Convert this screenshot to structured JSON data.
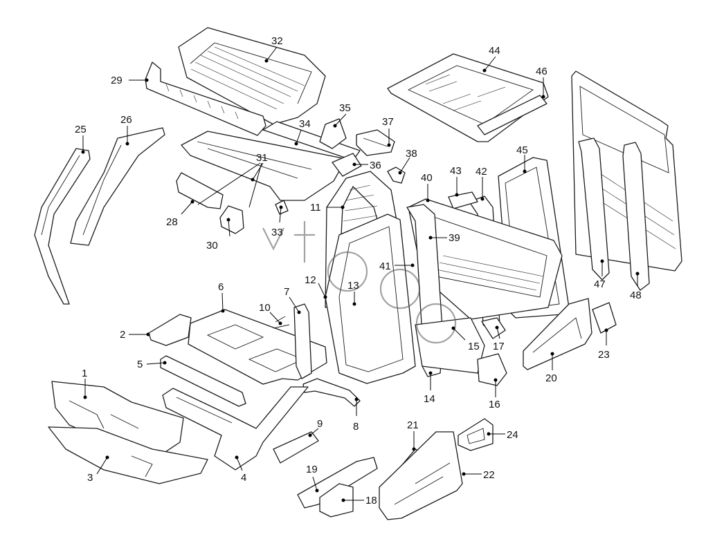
{
  "callouts": [
    {
      "id": "c1",
      "label": "1"
    },
    {
      "id": "c2",
      "label": "2"
    },
    {
      "id": "c3",
      "label": "3"
    },
    {
      "id": "c4",
      "label": "4"
    },
    {
      "id": "c5",
      "label": "5"
    },
    {
      "id": "c6",
      "label": "6"
    },
    {
      "id": "c7",
      "label": "7"
    },
    {
      "id": "c8",
      "label": "8"
    },
    {
      "id": "c9",
      "label": "9"
    },
    {
      "id": "c10",
      "label": "10"
    },
    {
      "id": "c11",
      "label": "11"
    },
    {
      "id": "c12",
      "label": "12"
    },
    {
      "id": "c13",
      "label": "13"
    },
    {
      "id": "c14",
      "label": "14"
    },
    {
      "id": "c15",
      "label": "15"
    },
    {
      "id": "c16",
      "label": "16"
    },
    {
      "id": "c17",
      "label": "17"
    },
    {
      "id": "c18",
      "label": "18"
    },
    {
      "id": "c19",
      "label": "19"
    },
    {
      "id": "c20",
      "label": "20"
    },
    {
      "id": "c21",
      "label": "21"
    },
    {
      "id": "c22",
      "label": "22"
    },
    {
      "id": "c23",
      "label": "23"
    },
    {
      "id": "c24",
      "label": "24"
    },
    {
      "id": "c25",
      "label": "25"
    },
    {
      "id": "c26",
      "label": "26"
    },
    {
      "id": "c28",
      "label": "28"
    },
    {
      "id": "c29",
      "label": "29"
    },
    {
      "id": "c30",
      "label": "30"
    },
    {
      "id": "c31",
      "label": "31"
    },
    {
      "id": "c32",
      "label": "32"
    },
    {
      "id": "c33",
      "label": "33"
    },
    {
      "id": "c34",
      "label": "34"
    },
    {
      "id": "c35",
      "label": "35"
    },
    {
      "id": "c36",
      "label": "36"
    },
    {
      "id": "c37",
      "label": "37"
    },
    {
      "id": "c38",
      "label": "38"
    },
    {
      "id": "c39",
      "label": "39"
    },
    {
      "id": "c40",
      "label": "40"
    },
    {
      "id": "c41",
      "label": "41"
    },
    {
      "id": "c42",
      "label": "42"
    },
    {
      "id": "c43",
      "label": "43"
    },
    {
      "id": "c44",
      "label": "44"
    },
    {
      "id": "c45",
      "label": "45"
    },
    {
      "id": "c46",
      "label": "46"
    },
    {
      "id": "c47",
      "label": "47"
    },
    {
      "id": "c48",
      "label": "48"
    }
  ]
}
